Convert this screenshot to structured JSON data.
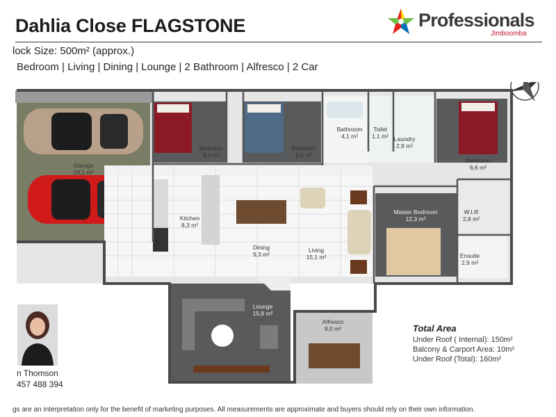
{
  "header": {
    "title": "Dahlia Close FLAGSTONE",
    "block_size": "lock Size: 500m² (approx.)",
    "features": "Bedroom | Living | Dining | Lounge | 2 Bathroom | Alfresco | 2 Car"
  },
  "brand": {
    "name": "Professionals",
    "office": "Jimboomba",
    "colors": {
      "red": "#e2231a",
      "green": "#6cc24a",
      "blue": "#0072bc",
      "yellow": "#ffd100"
    }
  },
  "rooms": {
    "garage": {
      "name": "Garage",
      "size": "29,1 m²"
    },
    "bedroom1": {
      "name": "Bedroom",
      "size": "8,1 m²"
    },
    "bedroom2": {
      "name": "Bedroom",
      "size": "9,0 m²"
    },
    "bathroom": {
      "name": "Bathroom",
      "size": "4,1 m²"
    },
    "toilet": {
      "name": "Toilet",
      "size": "1,1 m²"
    },
    "laundry": {
      "name": "Laundry",
      "size": "2,9 m²"
    },
    "bedroom3": {
      "name": "Bedroom",
      "size": "6,6 m²"
    },
    "kitchen": {
      "name": "Kitchen",
      "size": "8,3 m²"
    },
    "dining": {
      "name": "Dining",
      "size": "9,3 m²"
    },
    "living": {
      "name": "Living",
      "size": "15,1 m²"
    },
    "master": {
      "name": "Master Bedroom",
      "size": "12,3 m²"
    },
    "wir": {
      "name": "W.I.R",
      "size": "2,8 m²"
    },
    "ensuite": {
      "name": "Ensuite",
      "size": "2,9 m²"
    },
    "lounge": {
      "name": "Lounge",
      "size": "15,8 m²"
    },
    "alfresco": {
      "name": "Alfresco",
      "size": "8,0 m²"
    }
  },
  "total_area": {
    "title": "Total Area",
    "lines": [
      "Under Roof ( Internal): 150m²",
      "Balcony & Carport Area: 10m²",
      "Under Roof (Total): 160m²"
    ]
  },
  "agent": {
    "name": "n Thomson",
    "phone": "457 488 394"
  },
  "disclaimer": "gs are an interpretation only for the benefit of marketing purposes.  All measurements are approximate and buyers should rely on their own information."
}
